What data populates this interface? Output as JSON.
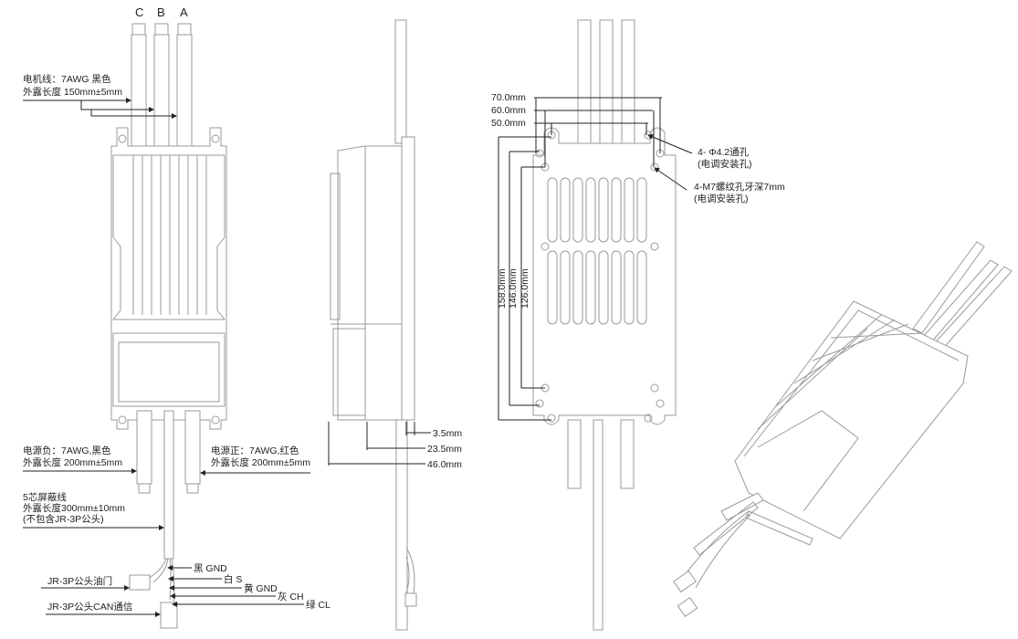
{
  "front_view": {
    "phase_labels": [
      "C",
      "B",
      "A"
    ],
    "motor_wire": {
      "line1": "电机线：7AWG 黑色",
      "line2": "外露长度 150mm±5mm"
    },
    "power_negative": {
      "line1": "电源负：7AWG,黑色",
      "line2": "外露长度 200mm±5mm"
    },
    "power_positive": {
      "line1": "电源正：7AWG,红色",
      "line2": "外露长度 200mm±5mm"
    },
    "shielded_cable": {
      "line1": "5芯屏蔽线",
      "line2": "外露长度300mm±10mm",
      "line3": "(不包含JR-3P公头)"
    },
    "connectors": {
      "throttle": "JR-3P公头油门",
      "can": "JR-3P公头CAN通信"
    },
    "pins": [
      "黑 GND",
      "白 S",
      "黄 GND",
      "灰 CH",
      "绿 CL"
    ]
  },
  "side_view": {
    "dimensions": [
      "3.5mm",
      "23.5mm",
      "46.0mm"
    ]
  },
  "back_view": {
    "width_dims": [
      "70.0mm",
      "60.0mm",
      "50.0mm"
    ],
    "height_dims": [
      "158.0mm",
      "146.0mm",
      "126.0mm"
    ],
    "hole_note_1": {
      "line1": "4- Φ4.2通孔",
      "line2": "(电调安装孔)"
    },
    "hole_note_2": {
      "line1": "4-M7螺纹孔牙深7mm",
      "line2": "(电调安装孔)"
    }
  }
}
